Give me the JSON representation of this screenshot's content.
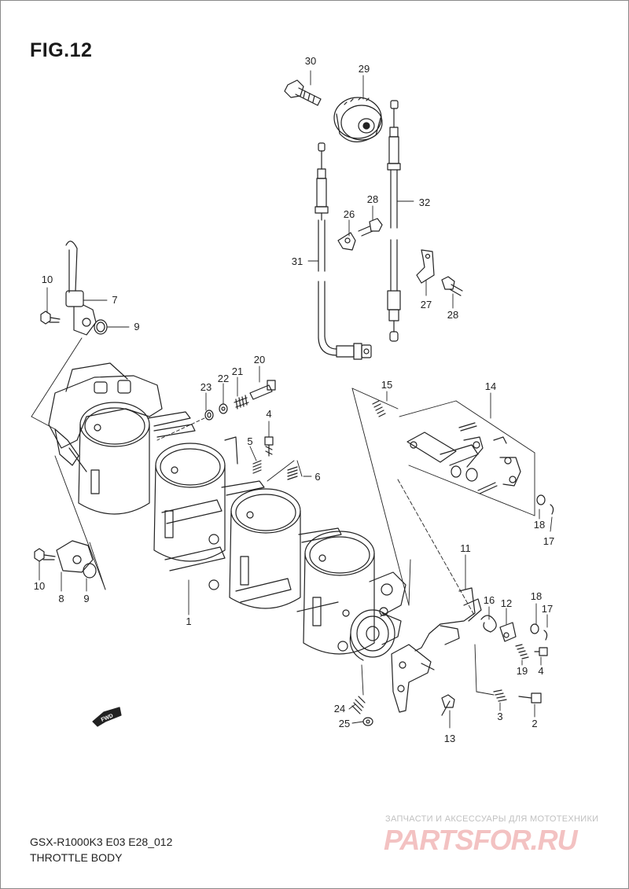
{
  "figure": {
    "title": "FIG.12",
    "model_code": "GSX-R1000K3 E03 E28_012",
    "name": "THROTTLE BODY"
  },
  "watermark": {
    "top_text": "ЗАПЧАСТИ И АКСЕССУАРЫ ДЛЯ МОТОТЕХНИКИ",
    "logo_text": "PARTSFOR.RU"
  },
  "fwd_label": "FWD",
  "parts": [
    {
      "id": "p30",
      "label": "30"
    },
    {
      "id": "p29",
      "label": "29"
    },
    {
      "id": "p28a",
      "label": "28"
    },
    {
      "id": "p26",
      "label": "26"
    },
    {
      "id": "p32",
      "label": "32"
    },
    {
      "id": "p31",
      "label": "31"
    },
    {
      "id": "p27",
      "label": "27"
    },
    {
      "id": "p28b",
      "label": "28"
    },
    {
      "id": "p10a",
      "label": "10"
    },
    {
      "id": "p7",
      "label": "7"
    },
    {
      "id": "p9a",
      "label": "9"
    },
    {
      "id": "p20",
      "label": "20"
    },
    {
      "id": "p21",
      "label": "21"
    },
    {
      "id": "p22",
      "label": "22"
    },
    {
      "id": "p23",
      "label": "23"
    },
    {
      "id": "p15",
      "label": "15"
    },
    {
      "id": "p14",
      "label": "14"
    },
    {
      "id": "p4a",
      "label": "4"
    },
    {
      "id": "p5",
      "label": "5"
    },
    {
      "id": "p6",
      "label": "6"
    },
    {
      "id": "p18a",
      "label": "18"
    },
    {
      "id": "p17a",
      "label": "17"
    },
    {
      "id": "p10b",
      "label": "10"
    },
    {
      "id": "p8",
      "label": "8"
    },
    {
      "id": "p9b",
      "label": "9"
    },
    {
      "id": "p1",
      "label": "1"
    },
    {
      "id": "p11",
      "label": "11"
    },
    {
      "id": "p16",
      "label": "16"
    },
    {
      "id": "p12",
      "label": "12"
    },
    {
      "id": "p18b",
      "label": "18"
    },
    {
      "id": "p17b",
      "label": "17"
    },
    {
      "id": "p19",
      "label": "19"
    },
    {
      "id": "p4b",
      "label": "4"
    },
    {
      "id": "p24",
      "label": "24"
    },
    {
      "id": "p25",
      "label": "25"
    },
    {
      "id": "p13",
      "label": "13"
    },
    {
      "id": "p3",
      "label": "3"
    },
    {
      "id": "p2",
      "label": "2"
    }
  ]
}
